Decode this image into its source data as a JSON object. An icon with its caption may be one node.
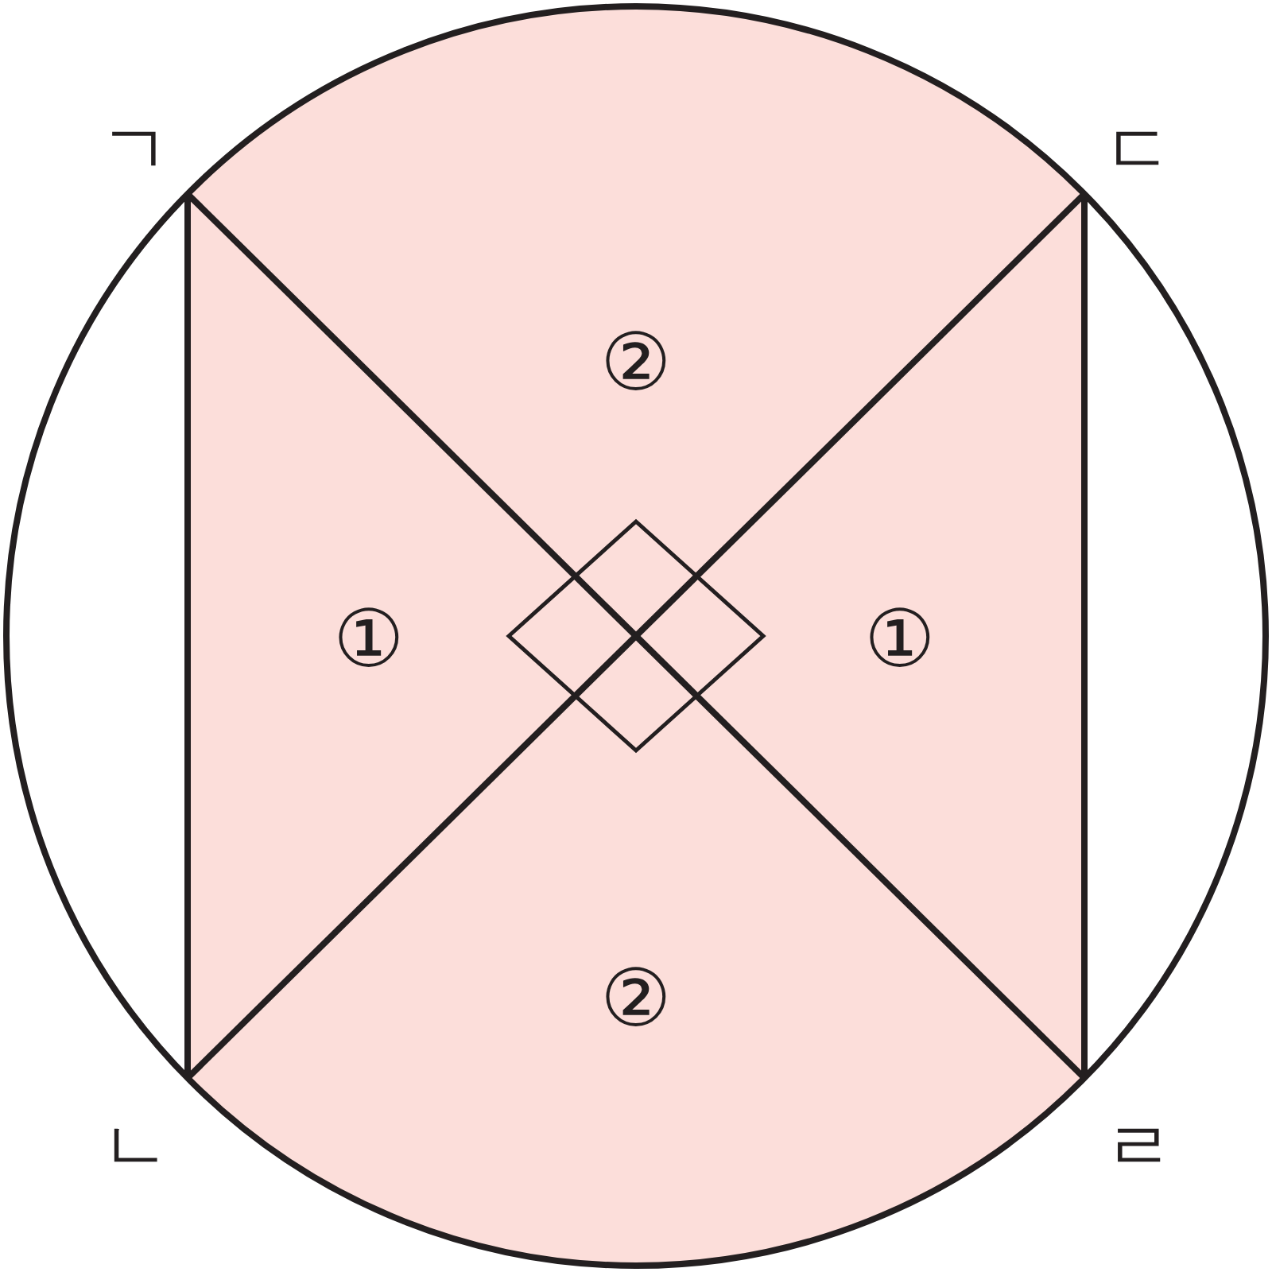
{
  "diagram": {
    "labels": [
      "ㄱ",
      "ㄷ",
      "②",
      "①",
      "①",
      "②",
      "ㄴ",
      "ㄹ"
    ]
  }
}
